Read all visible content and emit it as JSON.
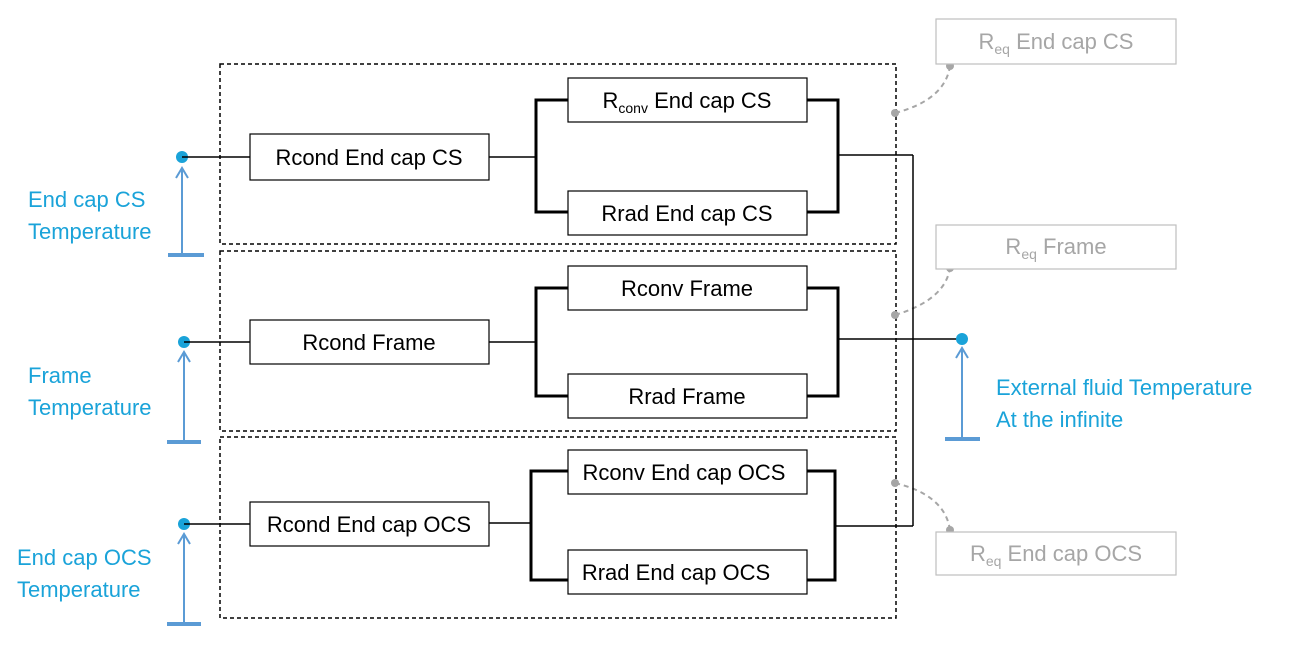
{
  "colors": {
    "line": "#000000",
    "accent_blue": "#1aa3d9",
    "ground_blue": "#5b9bd5",
    "leader_gray": "#a6a6a6",
    "req_text": "#a6a6a6",
    "req_border": "#bfbfbf"
  },
  "groups": [
    {
      "temp_label_line1": "End cap CS",
      "temp_label_line2": "Temperature",
      "rcond": "Rcond End cap CS",
      "rconv_prefix": "R",
      "rconv_sub": "conv",
      "rconv_suffix": " End cap CS",
      "rrad": "Rrad End cap CS",
      "req_prefix": "R",
      "req_sub": "eq",
      "req_suffix": " End cap CS"
    },
    {
      "temp_label_line1": "Frame",
      "temp_label_line2": "Temperature",
      "rcond": "Rcond Frame",
      "rconv_prefix": "",
      "rconv_sub": "",
      "rconv_suffix": "Rconv Frame",
      "rrad": "Rrad Frame",
      "req_prefix": "R",
      "req_sub": "eq",
      "req_suffix": " Frame"
    },
    {
      "temp_label_line1": "End cap OCS",
      "temp_label_line2": "Temperature",
      "rcond": "Rcond End cap OCS",
      "rconv_prefix": "",
      "rconv_sub": "",
      "rconv_suffix": "Rconv End cap OCS",
      "rrad": "Rrad End cap OCS",
      "req_prefix": "R",
      "req_sub": "eq",
      "req_suffix": " End cap OCS"
    }
  ],
  "external": {
    "line1": "External fluid Temperature",
    "line2": "At the infinite"
  }
}
